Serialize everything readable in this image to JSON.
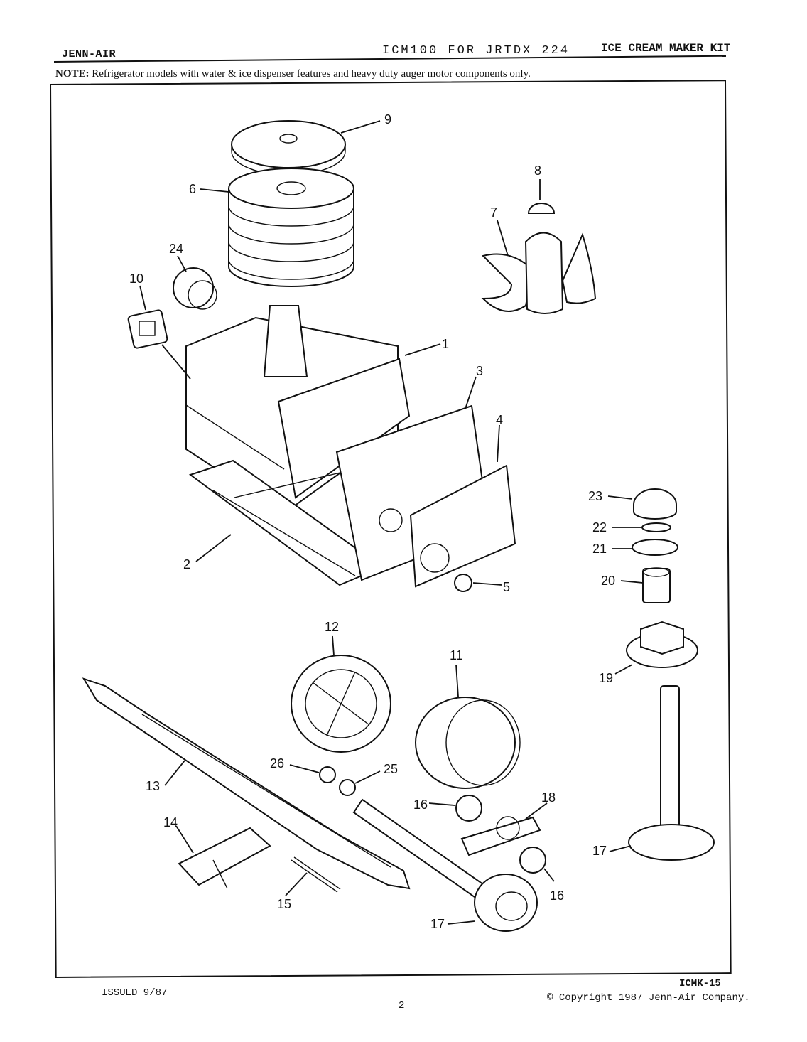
{
  "header": {
    "brand": "JENN-AIR",
    "model": "ICM100 FOR JRTDX 224",
    "kit_title": "ICE CREAM MAKER KIT"
  },
  "note": {
    "label": "NOTE:",
    "text": "Refrigerator models with water & ice dispenser features and heavy duty auger motor components only."
  },
  "callouts": [
    "9",
    "8",
    "6",
    "7",
    "24",
    "10",
    "1",
    "3",
    "4",
    "23",
    "22",
    "21",
    "2",
    "5",
    "20",
    "12",
    "11",
    "19",
    "26",
    "25",
    "13",
    "16",
    "18",
    "14",
    "17",
    "16",
    "15",
    "17"
  ],
  "footer": {
    "issued": "ISSUED 9/87",
    "page": "2",
    "code": "ICMK-15",
    "copyright_symbol": "©",
    "copyright": "Copyright 1987 Jenn-Air Company."
  }
}
